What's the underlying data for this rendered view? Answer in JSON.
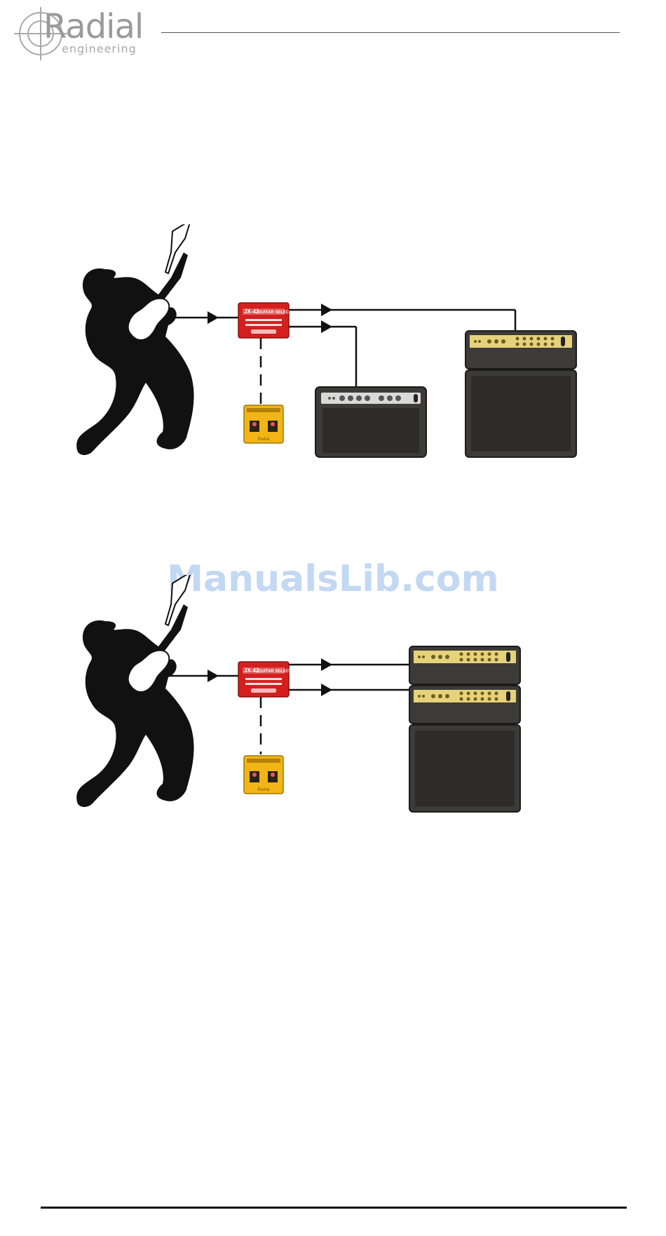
{
  "header": {
    "logo_text": "Radial",
    "logo_sub": "engineering"
  },
  "watermark": "ManualsLib.com",
  "diagram_1": {
    "switcher_model": "JX-42",
    "switcher_name": "GUITAR SELECTOR",
    "footswitch_brand": "Radial"
  },
  "diagram_2": {
    "switcher_model": "JX-42",
    "switcher_name": "GUITAR SELECTOR",
    "footswitch_brand": "Radial"
  },
  "colors": {
    "switcher_red": "#d41f1f",
    "footswitch_yellow": "#f2b516",
    "amp_panel_gold": "#e6d27a",
    "amp_body": "#3c3b38"
  }
}
